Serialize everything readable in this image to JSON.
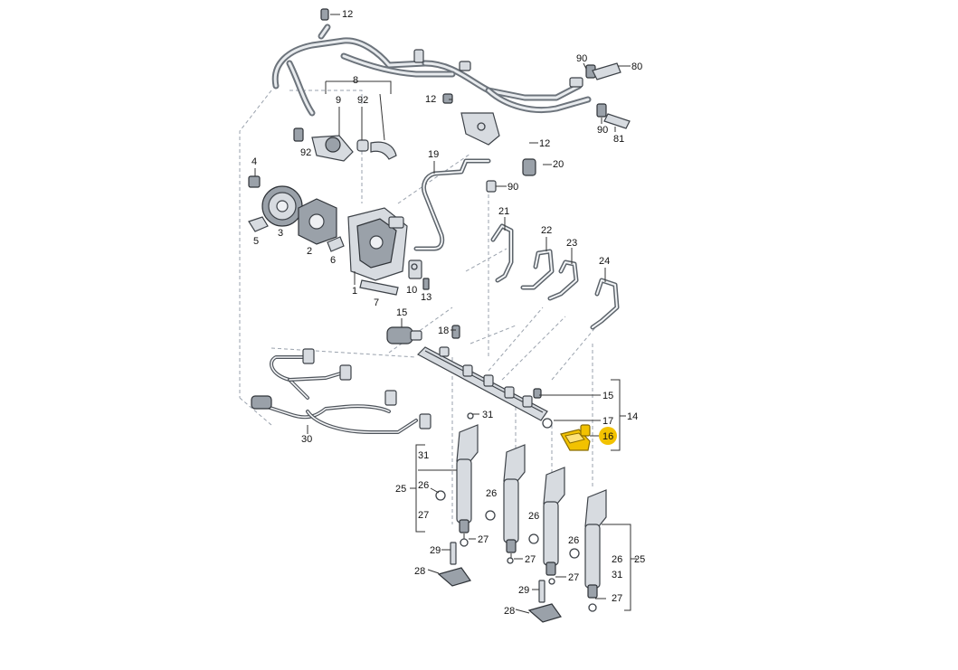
{
  "diagram": {
    "highlight_color": "#f2c200",
    "callouts": {
      "c12a": "12",
      "c90a": "90",
      "c80": "80",
      "c8": "8",
      "c9": "9",
      "c92a": "92",
      "c12b": "12",
      "c90b": "90",
      "c81": "81",
      "c12c": "12",
      "c20": "20",
      "c92b": "92",
      "c4": "4",
      "c19": "19",
      "c90c": "90",
      "c3": "3",
      "c5": "5",
      "c2": "2",
      "c6": "6",
      "c21": "21",
      "c22": "22",
      "c23": "23",
      "c24": "24",
      "c1": "1",
      "c10": "10",
      "c13": "13",
      "c7": "7",
      "c15a": "15",
      "c18": "18",
      "c15b": "15",
      "c14": "14",
      "c17": "17",
      "c16": "16",
      "c31a": "31",
      "c30": "30",
      "c31b": "31",
      "c25a": "25",
      "c26a": "26",
      "c27a": "27",
      "c26b": "26",
      "c26c": "26",
      "c26d": "26",
      "c27b": "27",
      "c29a": "29",
      "c27c": "27",
      "c28a": "28",
      "c27d": "27",
      "c26e": "26",
      "c25b": "25",
      "c31c": "31",
      "c29b": "29",
      "c27e": "27",
      "c28b": "28"
    }
  }
}
